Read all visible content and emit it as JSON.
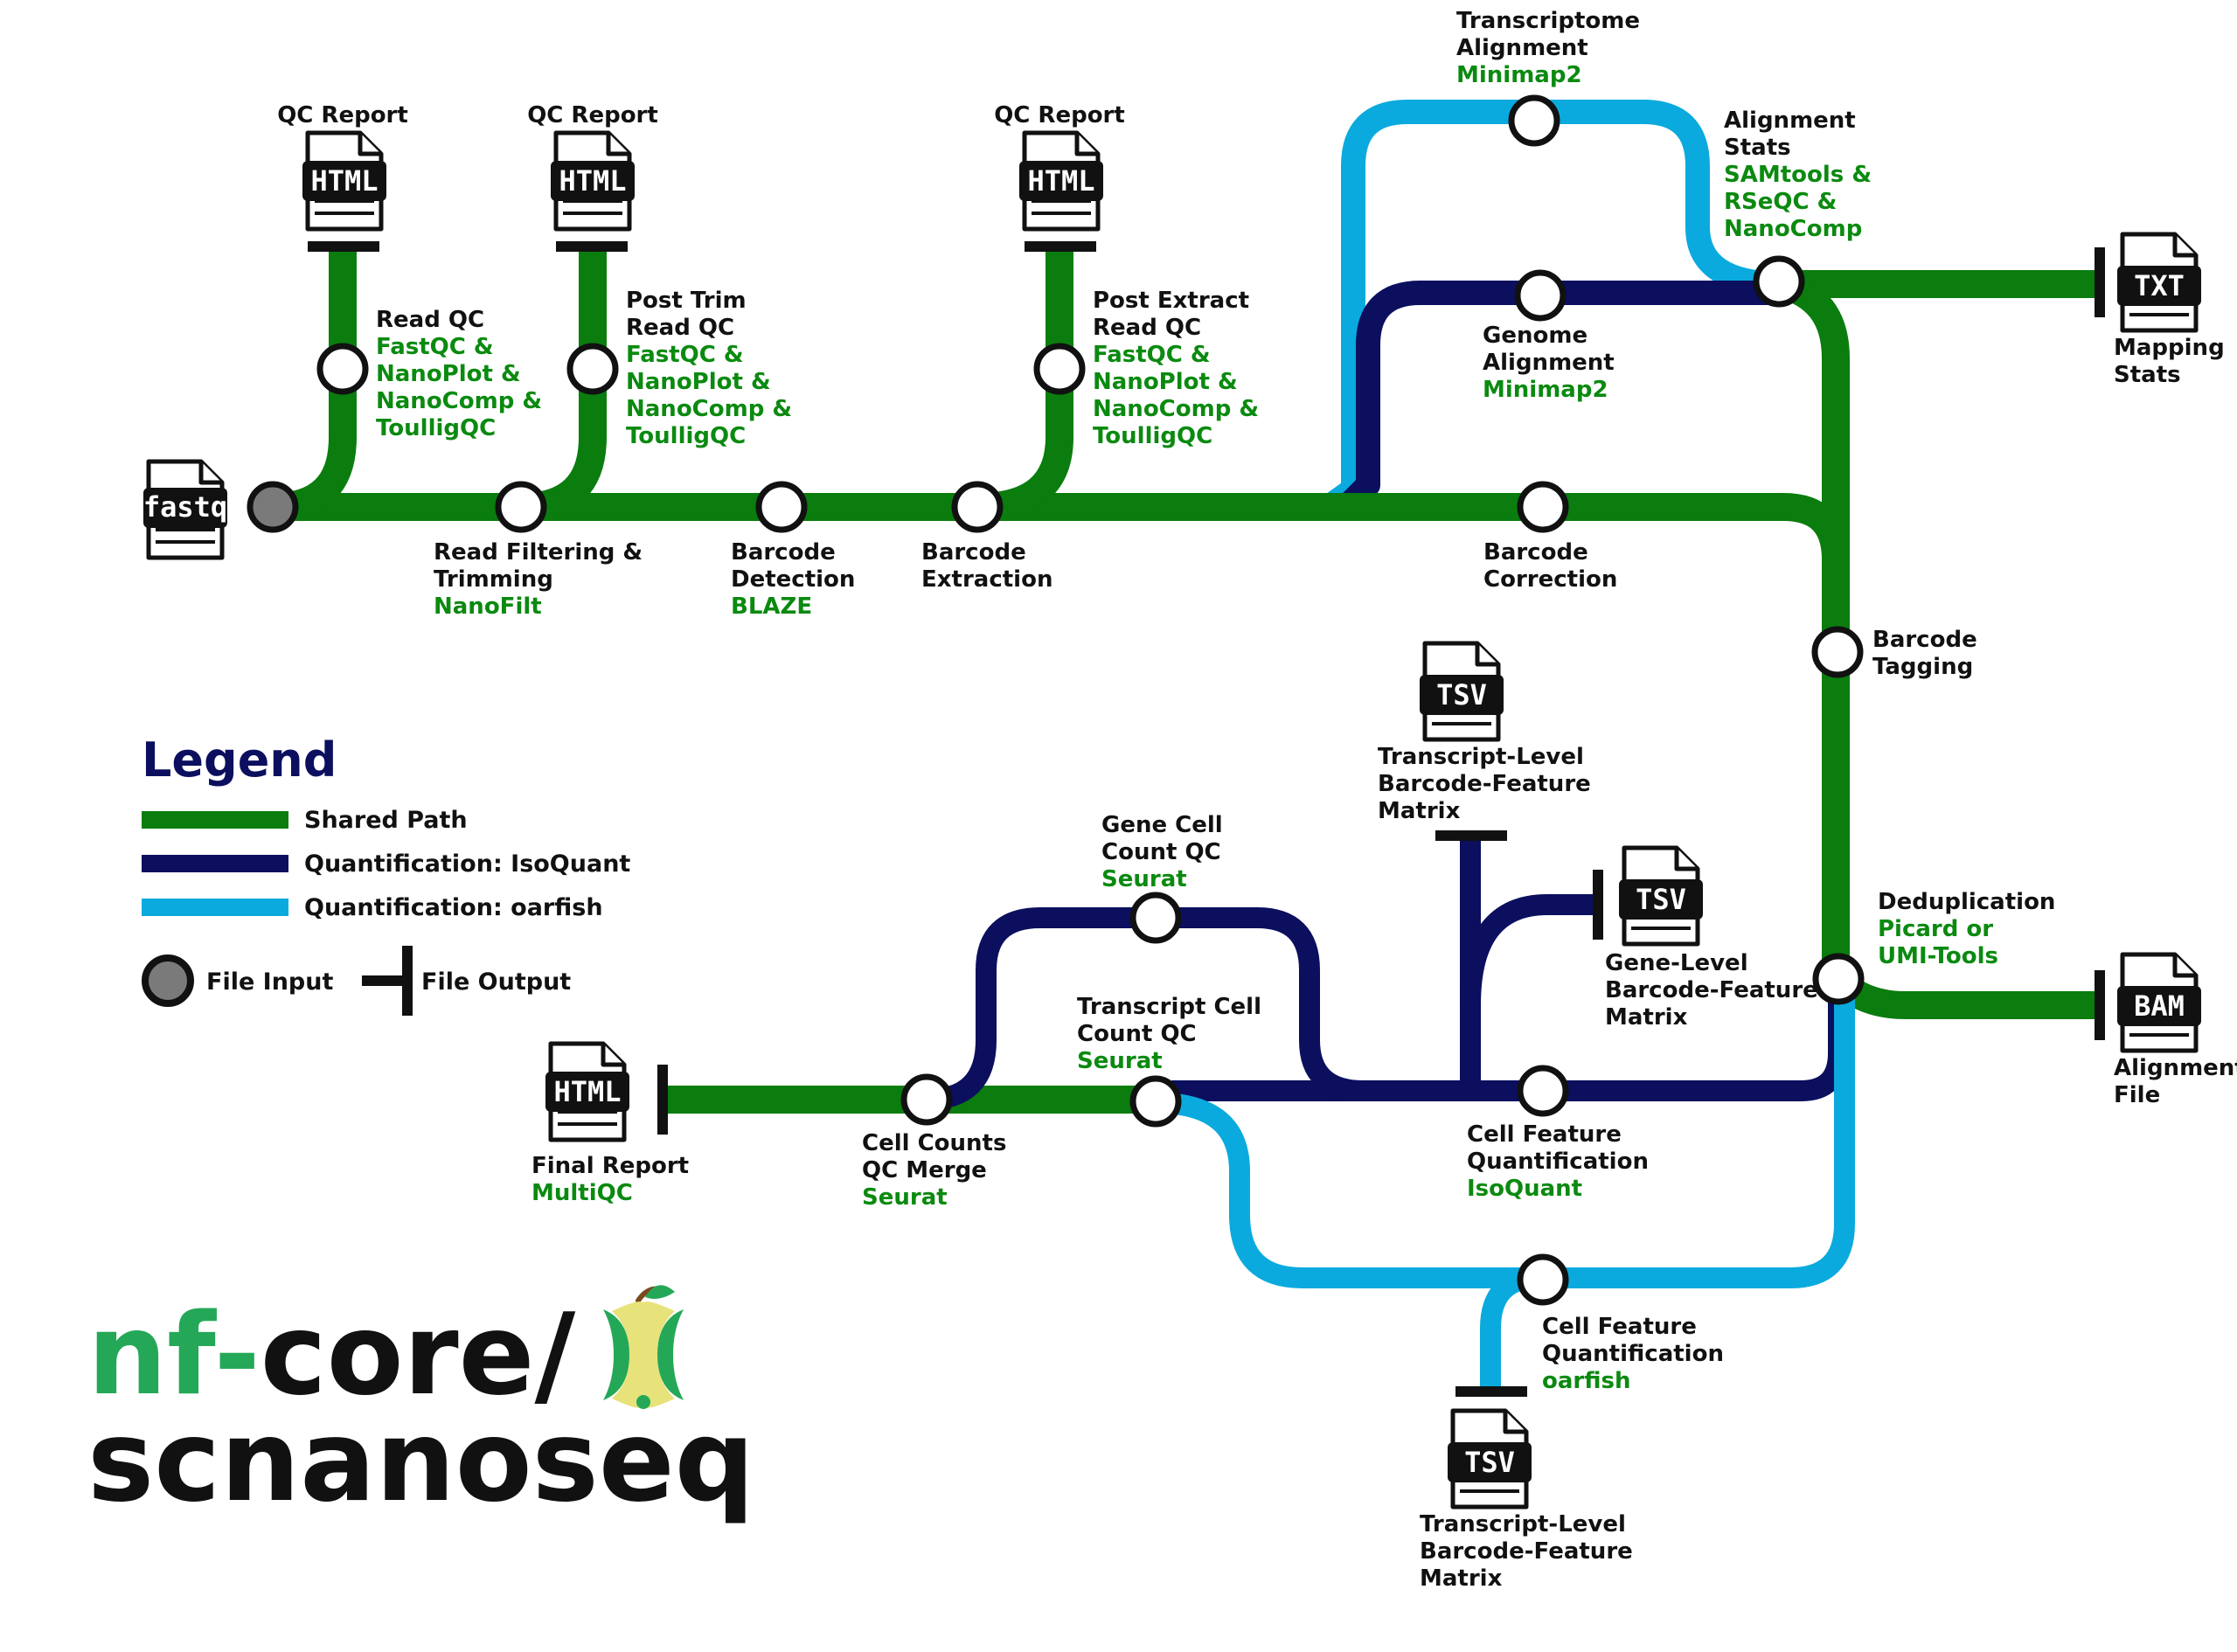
{
  "colors": {
    "shared": "#0a7d0e",
    "isoquant": "#0b0f5e",
    "oarfish": "#0aaade",
    "tool_text": "#0b8a10",
    "label_text": "#111111",
    "input_fill": "#7a7a7a",
    "logo_green": "#24a858"
  },
  "legend": {
    "title": "Legend",
    "items": [
      {
        "key": "shared",
        "label": "Shared Path"
      },
      {
        "key": "isoquant",
        "label": "Quantification: IsoQuant"
      },
      {
        "key": "oarfish",
        "label": "Quantification: oarfish"
      }
    ],
    "file_input": "File Input",
    "file_output": "File Output"
  },
  "logo": {
    "line1_a": "nf-",
    "line1_b": "core/",
    "line2": "scnanoseq"
  },
  "files": {
    "fastq": "fastq",
    "html": "HTML",
    "txt": "TXT",
    "tsv": "TSV",
    "bam": "BAM"
  },
  "stations": {
    "read_qc": {
      "name": [
        "Read QC"
      ],
      "tool": [
        "FastQC &",
        "NanoPlot &",
        "NanoComp &",
        "ToulligQC"
      ]
    },
    "post_trim": {
      "name": [
        "Post Trim",
        "Read QC"
      ],
      "tool": [
        "FastQC &",
        "NanoPlot &",
        "NanoComp &",
        "ToulligQC"
      ]
    },
    "post_extract": {
      "name": [
        "Post Extract",
        "Read QC"
      ],
      "tool": [
        "FastQC &",
        "NanoPlot &",
        "NanoComp &",
        "ToulligQC"
      ]
    },
    "read_filtering": {
      "name": [
        "Read Filtering &",
        "Trimming"
      ],
      "tool": [
        "NanoFilt"
      ]
    },
    "barcode_detection": {
      "name": [
        "Barcode",
        "Detection"
      ],
      "tool": [
        "BLAZE"
      ]
    },
    "barcode_extraction": {
      "name": [
        "Barcode",
        "Extraction"
      ],
      "tool": []
    },
    "barcode_correction": {
      "name": [
        "Barcode",
        "Correction"
      ],
      "tool": []
    },
    "transcriptome_alignment": {
      "name": [
        "Transcriptome",
        "Alignment"
      ],
      "tool": [
        "Minimap2"
      ]
    },
    "genome_alignment": {
      "name": [
        "Genome",
        "Alignment"
      ],
      "tool": [
        "Minimap2"
      ]
    },
    "alignment_stats": {
      "name": [
        "Alignment",
        "Stats"
      ],
      "tool": [
        "SAMtools &",
        "RSeQC &",
        "NanoComp"
      ]
    },
    "barcode_tagging": {
      "name": [
        "Barcode",
        "Tagging"
      ],
      "tool": []
    },
    "deduplication": {
      "name": [
        "Deduplication"
      ],
      "tool": [
        "Picard or",
        "UMI-Tools"
      ]
    },
    "gene_cell_qc": {
      "name": [
        "Gene Cell",
        "Count QC"
      ],
      "tool": [
        "Seurat"
      ]
    },
    "transcript_cell_qc": {
      "name": [
        "Transcript Cell",
        "Count QC"
      ],
      "tool": [
        "Seurat"
      ]
    },
    "cell_counts_merge": {
      "name": [
        "Cell Counts",
        "QC Merge"
      ],
      "tool": [
        "Seurat"
      ]
    },
    "cell_feature_isoquant": {
      "name": [
        "Cell Feature",
        "Quantification"
      ],
      "tool": [
        "IsoQuant"
      ]
    },
    "cell_feature_oarfish": {
      "name": [
        "Cell Feature",
        "Quantification"
      ],
      "tool": [
        "oarfish"
      ]
    },
    "final_report": {
      "name": [
        "Final Report"
      ],
      "tool": [
        "MultiQC"
      ]
    }
  },
  "outputs": {
    "qc_report": "QC Report",
    "mapping_stats": [
      "Mapping",
      "Stats"
    ],
    "alignment_file": [
      "Alignment",
      "File"
    ],
    "transcript_matrix": [
      "Transcript-Level",
      "Barcode-Feature",
      "Matrix"
    ],
    "gene_matrix": [
      "Gene-Level",
      "Barcode-Feature",
      "Matrix"
    ]
  }
}
